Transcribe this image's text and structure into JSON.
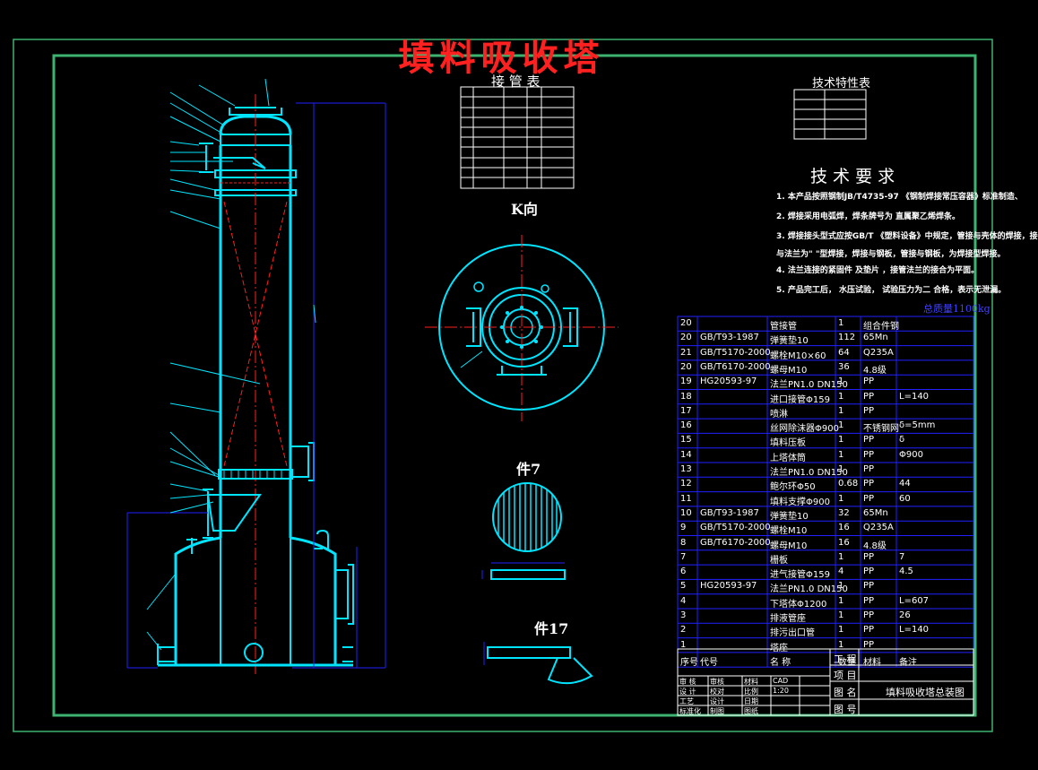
{
  "title": "填料吸收塔",
  "labels": {
    "nozzle_table": "接 管 表",
    "tech_char": "技术特性表",
    "tech_req": "技 术 要 求",
    "view_k": "K向",
    "part7": "件7",
    "part17": "件17",
    "total_weight": "总质量1100kg"
  },
  "requirements": [
    "1. 本产品按照钢制JB/T4735-97      《钢制焊接常压容器》标准制造、",
    "2. 焊接采用电弧焊，焊条牌号为     直属聚乙烯焊条。",
    "3. 焊接接头型式应按GB/T         《塑料设备》中规定，管接与壳体的焊接，接",
    "与法兰为\"     \"型焊接，焊接与钢板，管接与钢板，为焊接型焊接。",
    "4. 法兰连接的紧固件         及垫片         ，接管法兰的接合为平面。",
    "5. 产品完工后，        水压试验，   试验压力为二       合格，表示无泄漏。"
  ],
  "title_block": {
    "project": "工  程",
    "item": "项  目",
    "drawing_name_label": "图  名",
    "drawing_name": "填料吸收塔总装图",
    "drawing_no_label": "图  号",
    "rows": [
      [
        "审 核",
        "审核",
        "材料",
        "CAD"
      ],
      [
        "设 计",
        "校对",
        "比例",
        "1:20"
      ],
      [
        "工艺",
        "设计",
        "日期",
        ""
      ],
      [
        "标准化",
        "制图",
        "图纸",
        ""
      ]
    ]
  },
  "bom": [
    [
      "20",
      "",
      "管接管",
      "1",
      "组合件钢",
      ""
    ],
    [
      "20",
      "GB/T93-1987",
      "弹簧垫10",
      "112",
      "65Mn",
      ""
    ],
    [
      "21",
      "GB/T5170-2000",
      "螺栓M10×60",
      "64",
      "Q235A",
      ""
    ],
    [
      "20",
      "GB/T6170-2000",
      "螺母M10",
      "36",
      "4.8级",
      ""
    ],
    [
      "19",
      "HG20593-97",
      "法兰PN1.0 DN150",
      "1",
      "PP",
      ""
    ],
    [
      "18",
      "",
      "进口接管Φ159",
      "1",
      "PP",
      "L=140"
    ],
    [
      "17",
      "",
      "喷淋",
      "1",
      "PP",
      ""
    ],
    [
      "16",
      "",
      "丝网除沫器Φ900",
      "1",
      "不锈钢网",
      "δ=5mm"
    ],
    [
      "15",
      "",
      "填料压板",
      "1",
      "PP",
      "δ"
    ],
    [
      "14",
      "",
      "上塔体筒",
      "1",
      "PP",
      "Φ900"
    ],
    [
      "13",
      "",
      "法兰PN1.0 DN150",
      "1",
      "PP",
      ""
    ],
    [
      "12",
      "",
      "鲍尔环Φ50",
      "0.68",
      "PP",
      "44"
    ],
    [
      "11",
      "",
      "填料支撑Φ900",
      "1",
      "PP",
      "60"
    ],
    [
      "10",
      "GB/T93-1987",
      "弹簧垫10",
      "32",
      "65Mn",
      ""
    ],
    [
      "9",
      "GB/T5170-2000",
      "螺栓M10",
      "16",
      "Q235A",
      ""
    ],
    [
      "8",
      "GB/T6170-2000",
      "螺母M10",
      "16",
      "4.8级",
      ""
    ],
    [
      "7",
      "",
      "栅板",
      "1",
      "PP",
      "7"
    ],
    [
      "6",
      "",
      "进气接管Φ159",
      "4",
      "PP",
      "4.5"
    ],
    [
      "5",
      "HG20593-97",
      "法兰PN1.0 DN150",
      "1",
      "PP",
      ""
    ],
    [
      "4",
      "",
      "下塔体Φ1200",
      "1",
      "PP",
      "L=607"
    ],
    [
      "3",
      "",
      "排液管座",
      "1",
      "PP",
      "26"
    ],
    [
      "2",
      "",
      "排污出口管",
      "1",
      "PP",
      "L=140"
    ],
    [
      "1",
      "",
      "塔座",
      "1",
      "PP",
      ""
    ]
  ],
  "bom_header": [
    "序号",
    "代号",
    "名 称",
    "数量",
    "材料",
    "备注"
  ],
  "colors": {
    "frame": "#3cb371",
    "lines": "#00e5ff",
    "blue": "#2020ff",
    "red": "#ff2020",
    "white": "#ffffff"
  }
}
